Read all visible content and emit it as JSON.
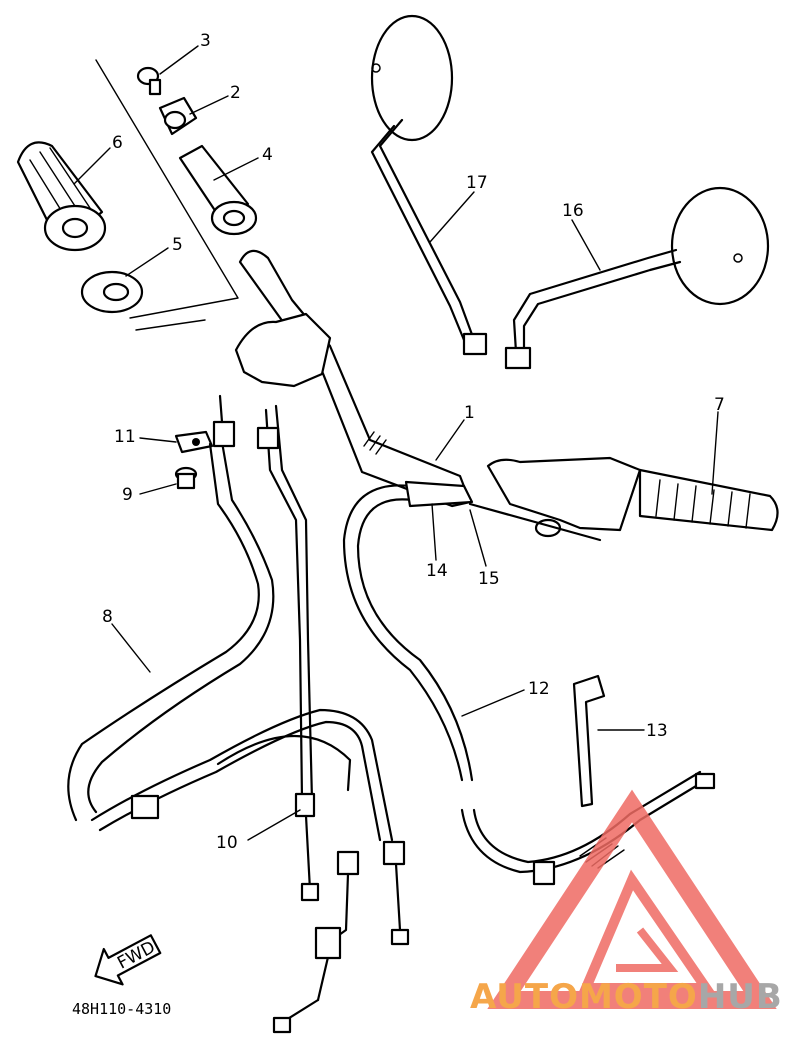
{
  "diagram": {
    "part_code": "48H110-4310",
    "fwd_label": "FWD",
    "callouts": {
      "c1": "1",
      "c2": "2",
      "c3": "3",
      "c4": "4",
      "c5": "5",
      "c6": "6",
      "c7": "7",
      "c8": "8",
      "c9": "9",
      "c10": "10",
      "c11": "11",
      "c12": "12",
      "c13": "13",
      "c14": "14",
      "c15": "15",
      "c16": "16",
      "c17": "17"
    }
  },
  "watermark": {
    "text_orange": "AUTOMOTO",
    "text_gray": "HUB",
    "colors": {
      "orange": "#f5a64a",
      "gray": "#a7a7a7",
      "triangle": "#ef6b63"
    }
  }
}
